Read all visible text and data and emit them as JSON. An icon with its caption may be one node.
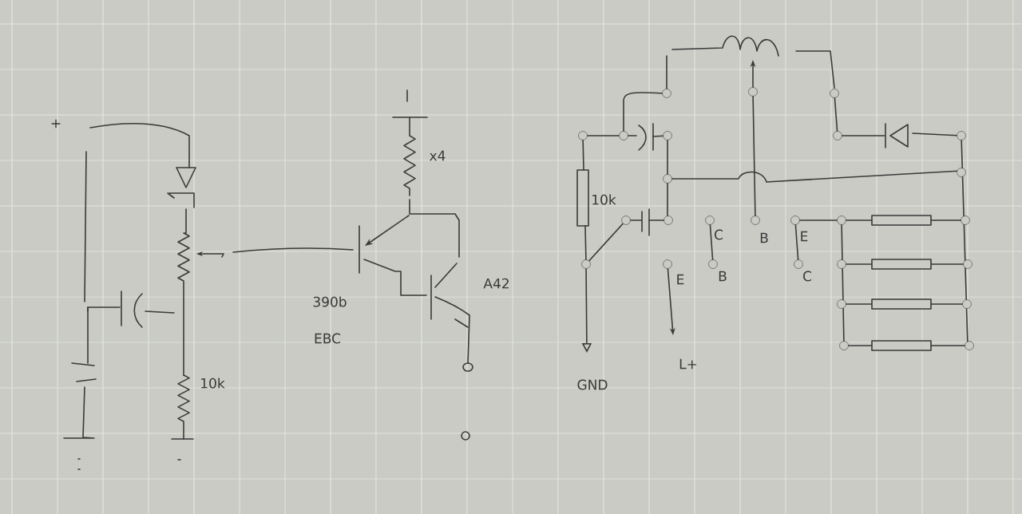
{
  "diagram": {
    "labels": [
      "+",
      "10k",
      "x4",
      "390b",
      "EBC",
      "A42",
      "10k",
      "C",
      "B",
      "E",
      "E",
      "B",
      "C",
      "L+",
      "GND"
    ]
  }
}
